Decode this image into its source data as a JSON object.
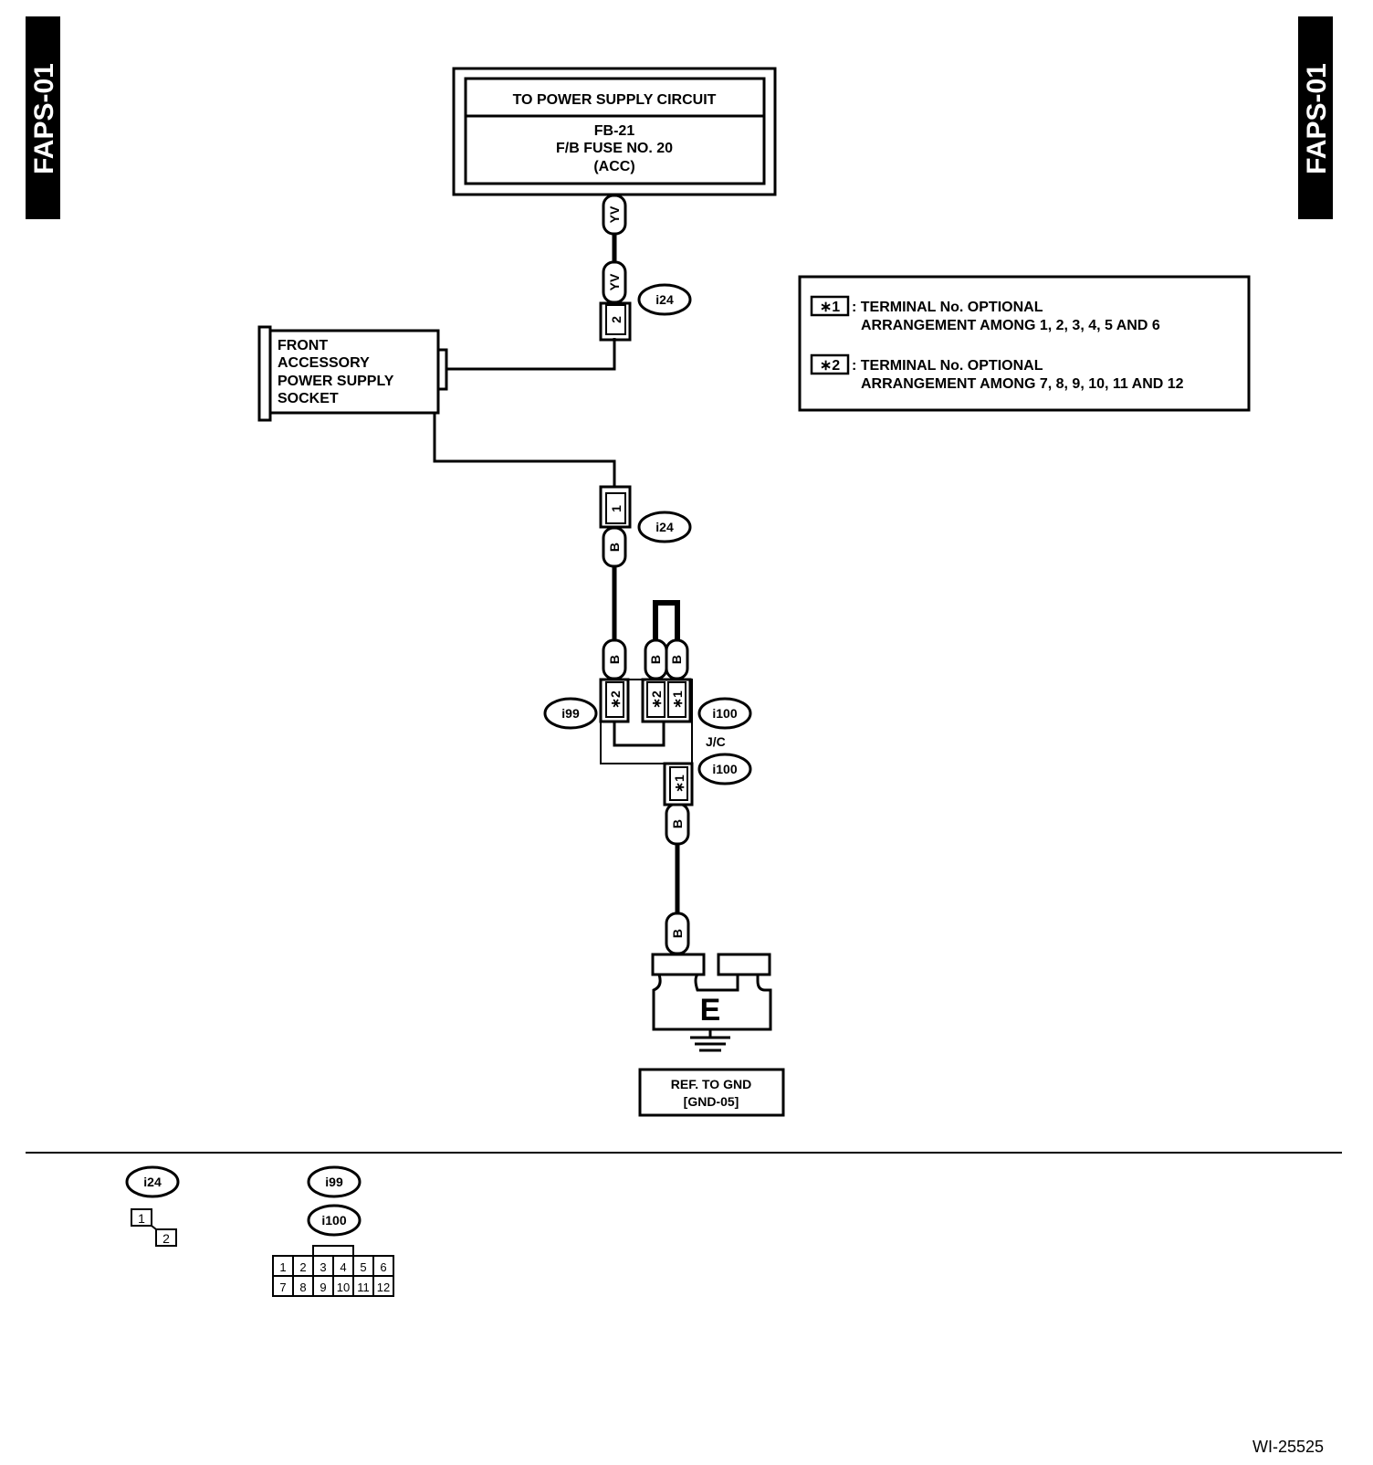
{
  "page_code": "FAPS-01",
  "figure_id": "WI-25525",
  "power_box": {
    "header": "TO POWER SUPPLY CIRCUIT",
    "line1": "FB-21",
    "line2": "F/B FUSE NO. 20",
    "line3": "(ACC)"
  },
  "socket": {
    "line1": "FRONT",
    "line2": "ACCESSORY",
    "line3": "POWER SUPPLY",
    "line4": "SOCKET"
  },
  "legend": {
    "mark1": "∗1",
    "mark1_text1": ": TERMINAL No. OPTIONAL",
    "mark1_text2": "ARRANGEMENT AMONG 1, 2, 3, 4, 5 AND 6",
    "mark2": "∗2",
    "mark2_text1": ": TERMINAL No. OPTIONAL",
    "mark2_text2": "ARRANGEMENT AMONG 7, 8, 9, 10, 11 AND 12"
  },
  "wire_colors": {
    "yv": "YV",
    "b": "B"
  },
  "connectors": {
    "i24": "i24",
    "i99": "i99",
    "i100": "i100",
    "jc": "J/C",
    "term_i24_top": "2",
    "term_i24_bottom": "1",
    "term_star1": "∗1",
    "term_star2": "∗2"
  },
  "ground": {
    "letter": "E",
    "ref1": "REF. TO GND",
    "ref2": "[GND-05]"
  },
  "bottom_legend": {
    "i24_pins": [
      "1",
      "2"
    ],
    "i99_pins_top": [
      "1",
      "2",
      "3",
      "4",
      "5",
      "6"
    ],
    "i99_pins_bottom": [
      "7",
      "8",
      "9",
      "10",
      "11",
      "12"
    ]
  }
}
